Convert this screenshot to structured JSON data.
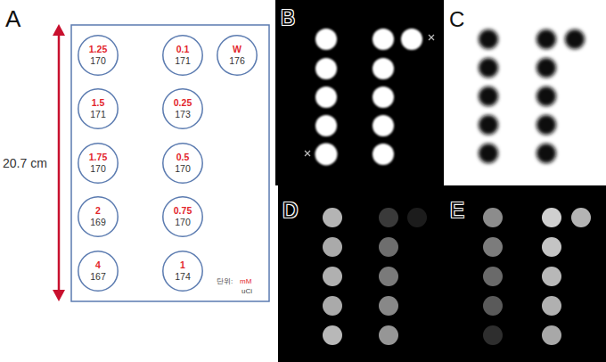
{
  "diagram": {
    "nodes": [
      {
        "text": [
          "1.25",
          "170"
        ]
      },
      {
        "text": [
          "0.1",
          "171"
        ]
      },
      {
        "text": [
          "W",
          "176"
        ]
      },
      {
        "text": [
          "1.5",
          "171"
        ]
      },
      {
        "text": [
          "0.25",
          "173"
        ]
      },
      {
        "text": [
          "1.75",
          "170"
        ]
      },
      {
        "text": [
          "0.5",
          "170"
        ]
      },
      {
        "text": [
          "2",
          "169"
        ]
      },
      {
        "text": [
          "0.75",
          "170"
        ]
      },
      {
        "text": [
          "4",
          "167"
        ]
      },
      {
        "text": [
          "1",
          "174"
        ]
      }
    ],
    "labels": [
      "A",
      "20.7 cm",
      "단위:",
      "mM",
      "uCi",
      "B",
      "C",
      "D",
      "E"
    ]
  }
}
